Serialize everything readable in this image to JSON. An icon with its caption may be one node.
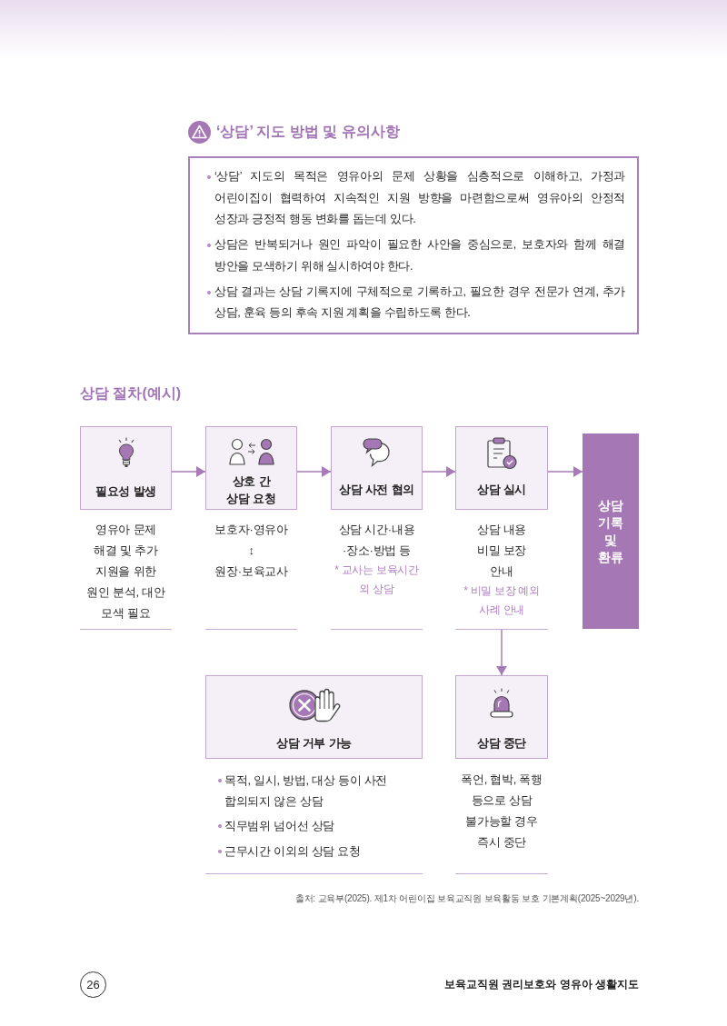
{
  "diagram": {
    "title": "상담 절차(예시)",
    "caption": "출처: 교육부(2025). 제1차 어린이집 보육교직원 보육활동 보호 기본계획(2025~2029년).",
    "nodes": [
      {
        "text": [
          "‘상담’ 지도의 목적은 영유아의 문제 상황을 심층적으로 이해하고, 가정과 어린이집이 협력하여 지속적인 지원 방향을 마련함으로써 영유아의 안정적 성장과 긍정적 행동 변화를 돕는데 있다.",
          "상담은 반복되거나 원인 파악이 필요한 사안을 중심으로, 보호자와 함께 해결 방안을 모색하기 위해 실시하여야 한다.",
          "상담 결과는 상담 기록지에 구체적으로 기록하고, 필요한 경우 전문가 연계, 추가 상담, 훈육 등의 후속 지원 계획을 수립하도록 한다."
        ]
      },
      {
        "text": [
          "필요성 발생",
          "영유아 문제 해결 및 추가 지원을 위한 원인 분석, 대안 모색 필요"
        ]
      },
      {
        "text": [
          "상호 간 상담 요청",
          "보호자·영유아 ↕ 원장·보육교사"
        ]
      },
      {
        "text": [
          "상담 사전 협의",
          "상담 시간·내용 ·장소·방법 등",
          "* 교사는 보육시간 외 상담"
        ]
      },
      {
        "text": [
          "상담 실시",
          "상담 내용 비밀 보장 안내",
          "* 비밀 보장 예외 사례 안내"
        ]
      },
      {
        "text": [
          "상담 기록 및 환류"
        ]
      },
      {
        "text": [
          "상담 거부 가능",
          "목적, 일시, 방법, 대상 등이 사전 합의되지 않은 상담",
          "직무범위 넘어선 상담",
          "근무시간 이외의 상담 요청"
        ]
      },
      {
        "text": [
          "상담 중단",
          "폭언, 협박, 폭행 등으로 상담 불가능할 경우 즉시 중단"
        ]
      },
      {
        "text": [
          "26"
        ]
      }
    ],
    "edges": [
      {
        "from": 1,
        "to": 2,
        "arrow": "to"
      },
      {
        "from": 2,
        "to": 3,
        "arrow": "to"
      },
      {
        "from": 3,
        "to": 4,
        "arrow": "to"
      },
      {
        "from": 4,
        "to": 5,
        "arrow": "to"
      },
      {
        "from": 4,
        "to": 7,
        "arrow": "to"
      }
    ],
    "labels": [
      "‘상담’ 지도 방법 및 유의사항",
      "보육교직원 권리보호와 영유아 생활지도"
    ]
  }
}
